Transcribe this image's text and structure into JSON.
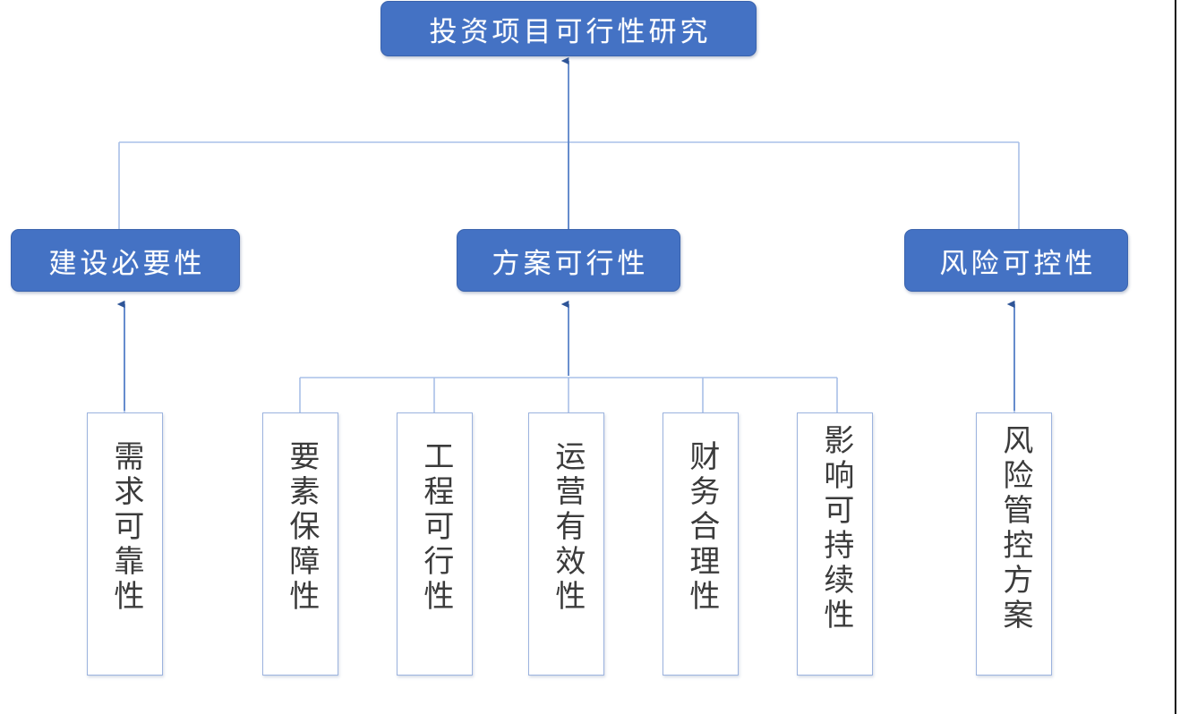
{
  "diagram": {
    "type": "tree",
    "title": "投资项目可行性研究",
    "root": {
      "label": "投资项目可行性研究",
      "style": "blue-filled-rounded"
    },
    "branches": [
      {
        "label": "建设必要性",
        "style": "blue-filled-rounded"
      },
      {
        "label": "方案可行性",
        "style": "blue-filled-rounded"
      },
      {
        "label": "风险可控性",
        "style": "blue-filled-rounded"
      }
    ],
    "leaves": [
      {
        "label": "需求可靠性",
        "parent": "建设必要性",
        "orientation": "vertical"
      },
      {
        "label": "要素保障性",
        "parent": "方案可行性",
        "orientation": "vertical"
      },
      {
        "label": "工程可行性",
        "parent": "方案可行性",
        "orientation": "vertical"
      },
      {
        "label": "运营有效性",
        "parent": "方案可行性",
        "orientation": "vertical"
      },
      {
        "label": "财务合理性",
        "parent": "方案可行性",
        "orientation": "vertical"
      },
      {
        "label": "影响可持续性",
        "parent": "方案可行性",
        "orientation": "vertical"
      },
      {
        "label": "风险管控方案",
        "parent": "风险可控性",
        "orientation": "vertical"
      }
    ],
    "colors": {
      "box_fill": "#4472C4",
      "box_text": "#FFFFFF",
      "connector": "#A8C0E8",
      "arrow": "#2F5597",
      "leaf_border": "#9CB3DE",
      "leaf_text": "#3B3B3B",
      "background": "#FFFFFF"
    }
  }
}
